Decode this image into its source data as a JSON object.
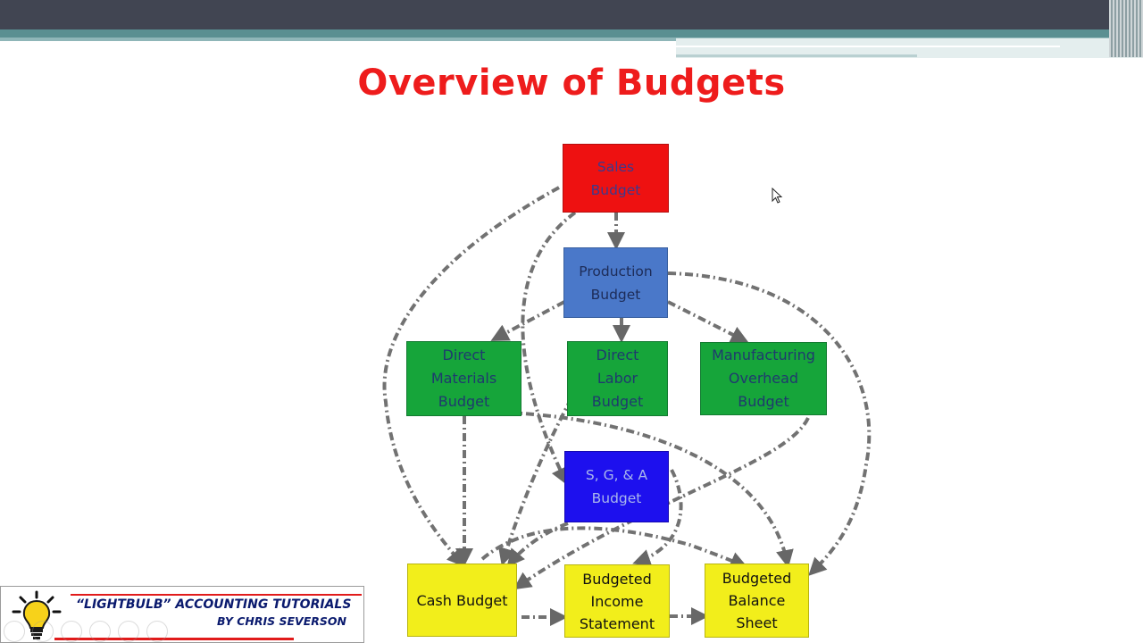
{
  "slide": {
    "title": "Overview of Budgets"
  },
  "diagram": {
    "nodes": [
      {
        "id": "sales",
        "label": "Sales\nBudget"
      },
      {
        "id": "production",
        "label": "Production\nBudget"
      },
      {
        "id": "direct_materials",
        "label": "Direct\nMaterials\nBudget"
      },
      {
        "id": "direct_labor",
        "label": "Direct\nLabor\nBudget"
      },
      {
        "id": "manufacturing_overhead",
        "label": "Manufacturing\nOverhead\nBudget"
      },
      {
        "id": "sga",
        "label": "S, G, & A\nBudget"
      },
      {
        "id": "cash",
        "label": "Cash Budget"
      },
      {
        "id": "income_statement",
        "label": "Budgeted\nIncome\nStatement"
      },
      {
        "id": "balance_sheet",
        "label": "Budgeted\nBalance\nSheet"
      }
    ],
    "edges": [
      [
        "sales",
        "production"
      ],
      [
        "sales",
        "cash"
      ],
      [
        "sales",
        "sga"
      ],
      [
        "production",
        "direct_materials"
      ],
      [
        "production",
        "direct_labor"
      ],
      [
        "production",
        "manufacturing_overhead"
      ],
      [
        "production",
        "balance_sheet"
      ],
      [
        "direct_materials",
        "cash"
      ],
      [
        "direct_materials",
        "balance_sheet"
      ],
      [
        "direct_labor",
        "cash"
      ],
      [
        "manufacturing_overhead",
        "cash"
      ],
      [
        "sga",
        "cash"
      ],
      [
        "sga",
        "income_statement"
      ],
      [
        "cash",
        "income_statement"
      ],
      [
        "cash",
        "balance_sheet"
      ],
      [
        "income_statement",
        "balance_sheet"
      ]
    ],
    "colors": {
      "sales": "#ee1111",
      "production": "#4a78c9",
      "operating": "#16a53a",
      "sga": "#1d10ee",
      "financial": "#f2ee1b",
      "arrows": "#555555"
    }
  },
  "branding": {
    "line1": "“LIGHTBULB” ACCOUNTING TUTORIALS",
    "line2": "BY CHRIS SEVERSON",
    "icon": "lightbulb-icon"
  }
}
